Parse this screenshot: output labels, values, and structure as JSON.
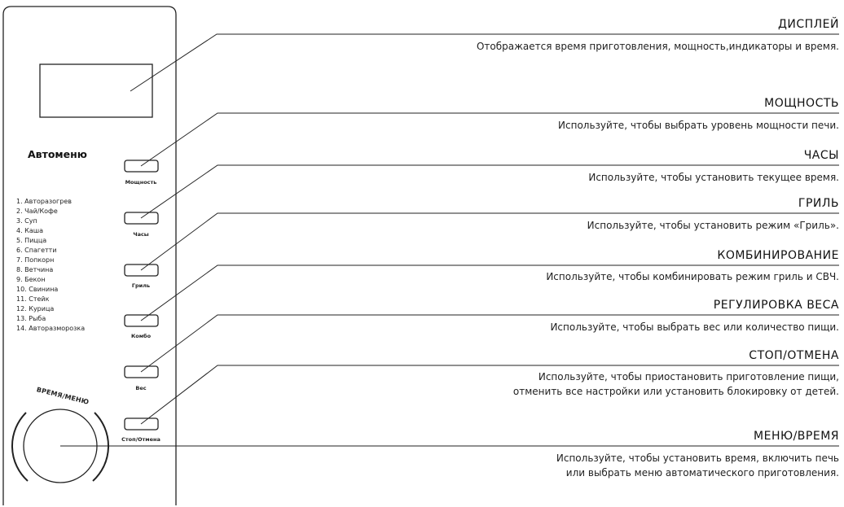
{
  "automenu": {
    "title": "Автоменю",
    "items": [
      "1. Авторазогрев",
      "2. Чай/Кофе",
      "3. Суп",
      "4. Каша",
      "5. Пицца",
      "6. Спагетти",
      "7. Попкорн",
      "8. Ветчина",
      "9. Бекон",
      "10. Свинина",
      "11. Стейк",
      "12. Курица",
      "13. Рыба",
      "14. Авторазморозка"
    ]
  },
  "buttons": {
    "power": "Мощность",
    "clock": "Часы",
    "grill": "Гриль",
    "combo": "Комбо",
    "weight": "Вес",
    "stop": "Стоп/Отмена"
  },
  "dial": {
    "label": "ВРЕМЯ/МЕНЮ"
  },
  "callouts": {
    "display": {
      "heading": "ДИСПЛЕЙ",
      "desc": "Отображается время приготовления, мощность,индикаторы и время."
    },
    "power": {
      "heading": "МОЩНОСТЬ",
      "desc": "Используйте, чтобы выбрать уровень мощности печи."
    },
    "clock": {
      "heading": "ЧАСЫ",
      "desc": "Используйте, чтобы установить текущее время."
    },
    "grill": {
      "heading": "ГРИЛЬ",
      "desc": "Используйте, чтобы установить режим «Гриль»."
    },
    "combo": {
      "heading": "КОМБИНИРОВАНИЕ",
      "desc": "Используйте, чтобы комбинировать режим гриль и СВЧ."
    },
    "weight": {
      "heading": "РЕГУЛИРОВКА ВЕСА",
      "desc": "Используйте, чтобы выбрать вес или количество пищи."
    },
    "stop": {
      "heading": "СТОП/ОТМЕНА",
      "desc_1": "Используйте, чтобы приостановить приготовление пищи,",
      "desc_2": "отменить все настройки или установить блокировку от детей."
    },
    "dial": {
      "heading": "МЕНЮ/ВРЕМЯ",
      "desc_1": "Используйте, чтобы установить время, включить печь",
      "desc_2": "или выбрать меню автоматического приготовления."
    }
  }
}
